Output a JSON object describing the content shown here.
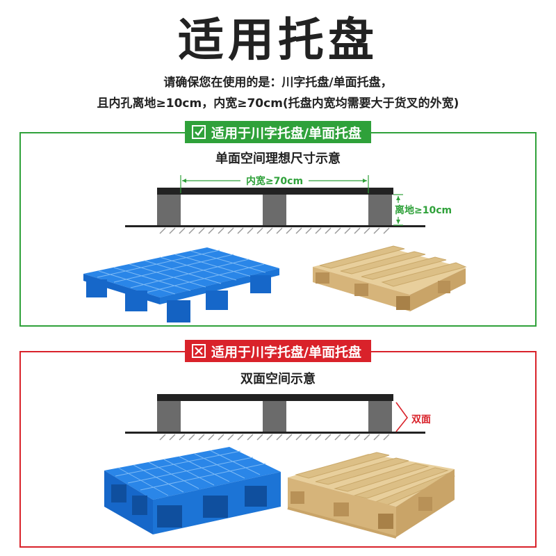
{
  "header": {
    "title": "适用托盘",
    "line1": "请确保您在使用的是：川字托盘/单面托盘，",
    "line2": "且内孔离地≥10cm，内宽≥70cm(托盘内宽均需要大于货叉的外宽)"
  },
  "suitable": {
    "badge": "适用于川字托盘/单面托盘",
    "diagram_title": "单面空间理想尺寸示意",
    "inner_width_label": "内宽≥70cm",
    "ground_clearance_label": "离地≥10cm",
    "accent": "#2fa13a"
  },
  "unsuitable": {
    "badge": "适用于川字托盘/单面托盘",
    "diagram_title": "双面空间示意",
    "double_label": "双面",
    "accent": "#d9222a"
  },
  "icons": {
    "suitable_badge_icon": "check-box-icon",
    "unsuitable_badge_icon": "cross-box-icon"
  }
}
